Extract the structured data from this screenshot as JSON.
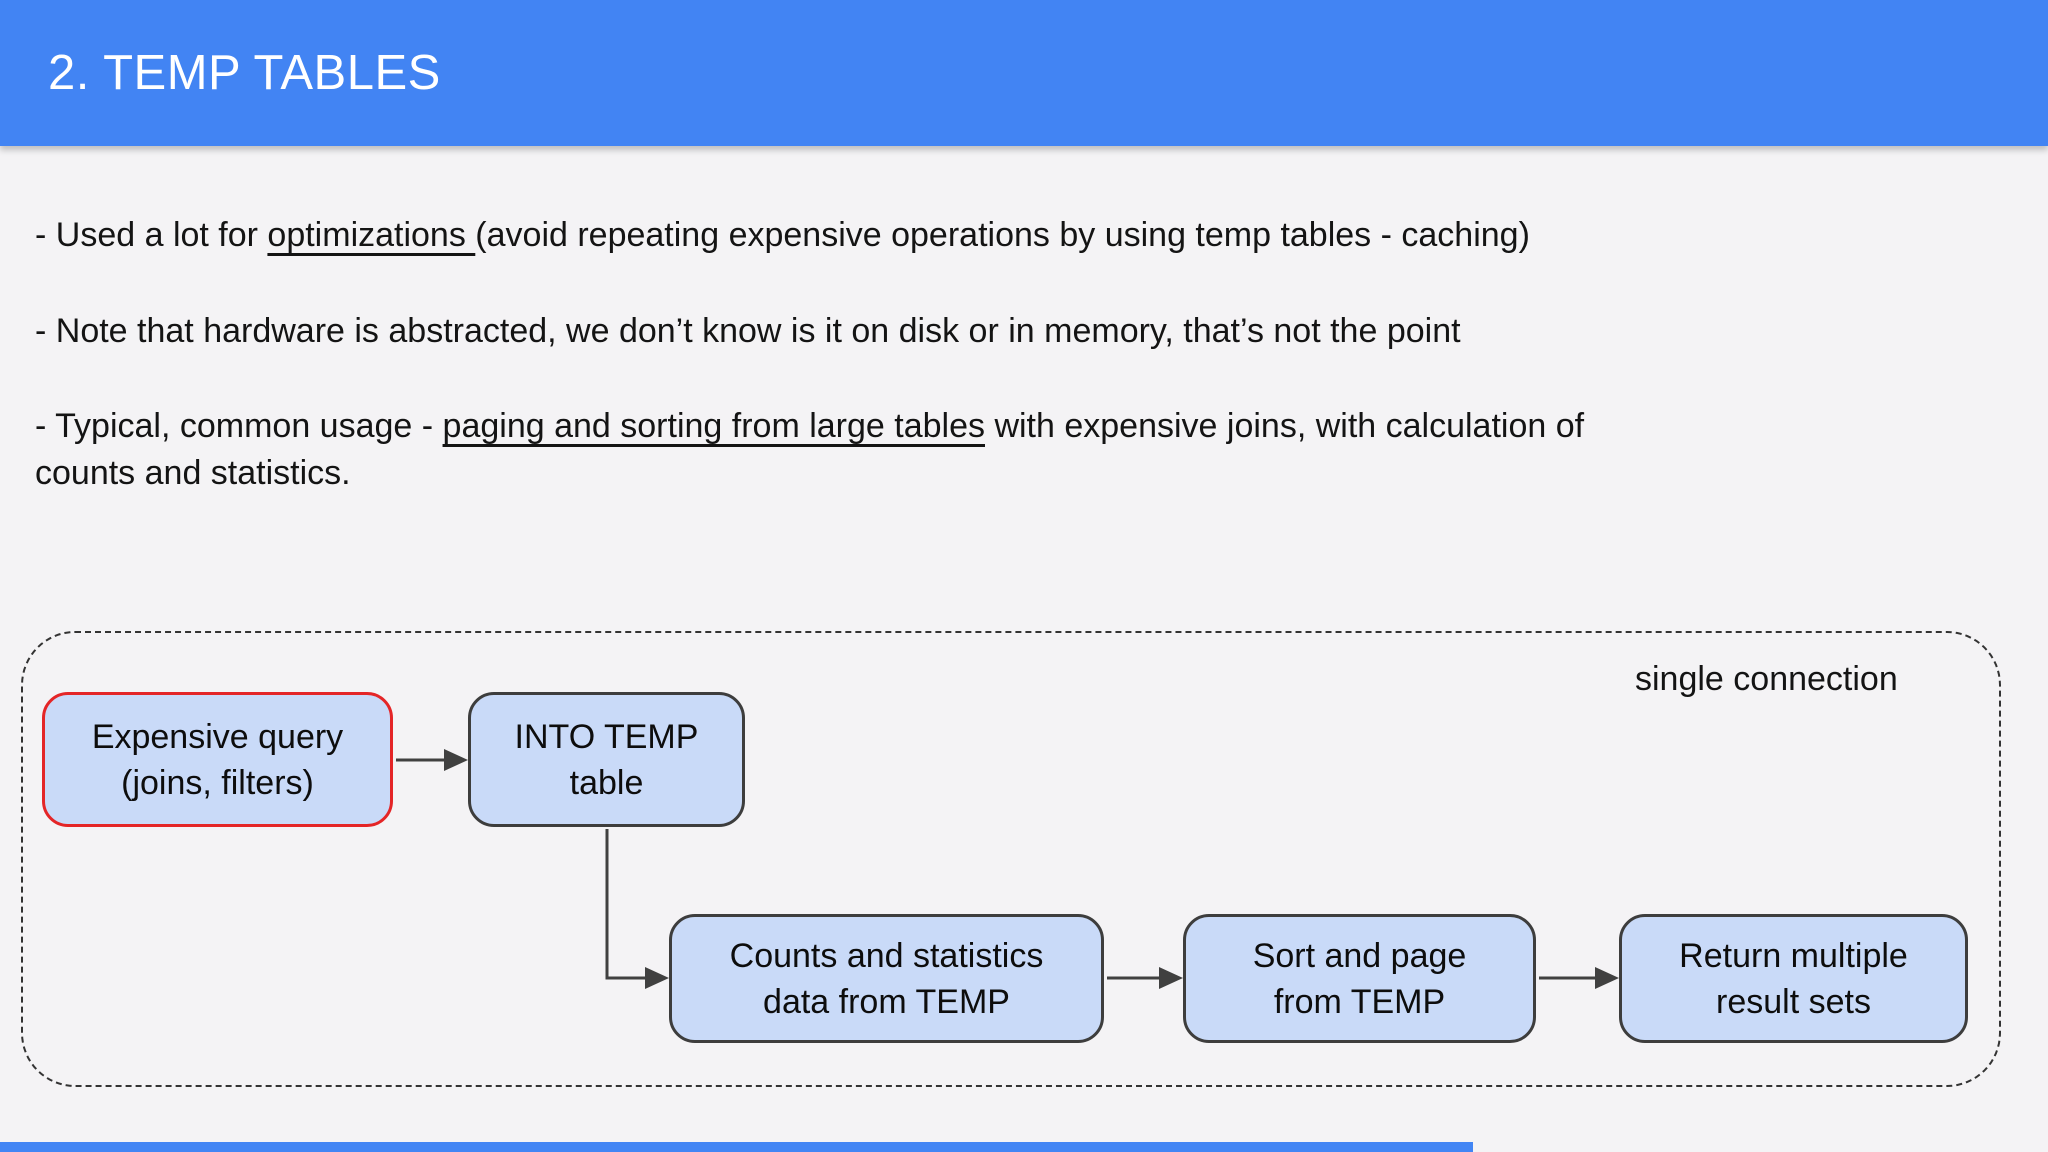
{
  "slide": {
    "title": "2. TEMP TABLES",
    "bullets": [
      {
        "pre": "- Used a lot for ",
        "underlined": "optimizations ",
        "post": "(avoid repeating expensive operations by using temp tables - caching)",
        "line2": ""
      },
      {
        "pre": "- Note that hardware is abstracted, we don’t know is it on disk or in memory, that’s not the point",
        "underlined": "",
        "post": "",
        "line2": ""
      },
      {
        "pre": "- Typical, common usage - ",
        "underlined": "paging and sorting from large tables",
        "post": " with expensive joins, with calculation of",
        "line2": "counts and statistics."
      }
    ]
  },
  "diagram": {
    "container_label": "single connection",
    "nodes": [
      {
        "id": "expensive-query",
        "line1": "Expensive query",
        "line2": "(joins, filters)",
        "border": "red"
      },
      {
        "id": "into-temp-table",
        "line1": "INTO TEMP",
        "line2": "table",
        "border": "dark"
      },
      {
        "id": "counts-and-statistics",
        "line1": "Counts and statistics",
        "line2": "data from TEMP",
        "border": "dark"
      },
      {
        "id": "sort-and-page",
        "line1": "Sort and page",
        "line2": "from TEMP",
        "border": "dark"
      },
      {
        "id": "return-multiple-result-sets",
        "line1": "Return multiple",
        "line2": "result sets",
        "border": "dark"
      }
    ],
    "edges": [
      {
        "from": "expensive-query",
        "to": "into-temp-table"
      },
      {
        "from": "into-temp-table",
        "to": "counts-and-statistics"
      },
      {
        "from": "counts-and-statistics",
        "to": "sort-and-page"
      },
      {
        "from": "sort-and-page",
        "to": "return-multiple-result-sets"
      }
    ]
  },
  "colors": {
    "page_bg": "#f4f3f5",
    "header_bg": "#4284f3",
    "header_text": "#ffffff",
    "body_text": "#141414",
    "box_fill": "#c9daf8",
    "box_border": "#3d3d3d",
    "accent_red": "#e42527",
    "arrow": "#404040",
    "dash_border": "#333333",
    "progress": "#4285f4"
  }
}
